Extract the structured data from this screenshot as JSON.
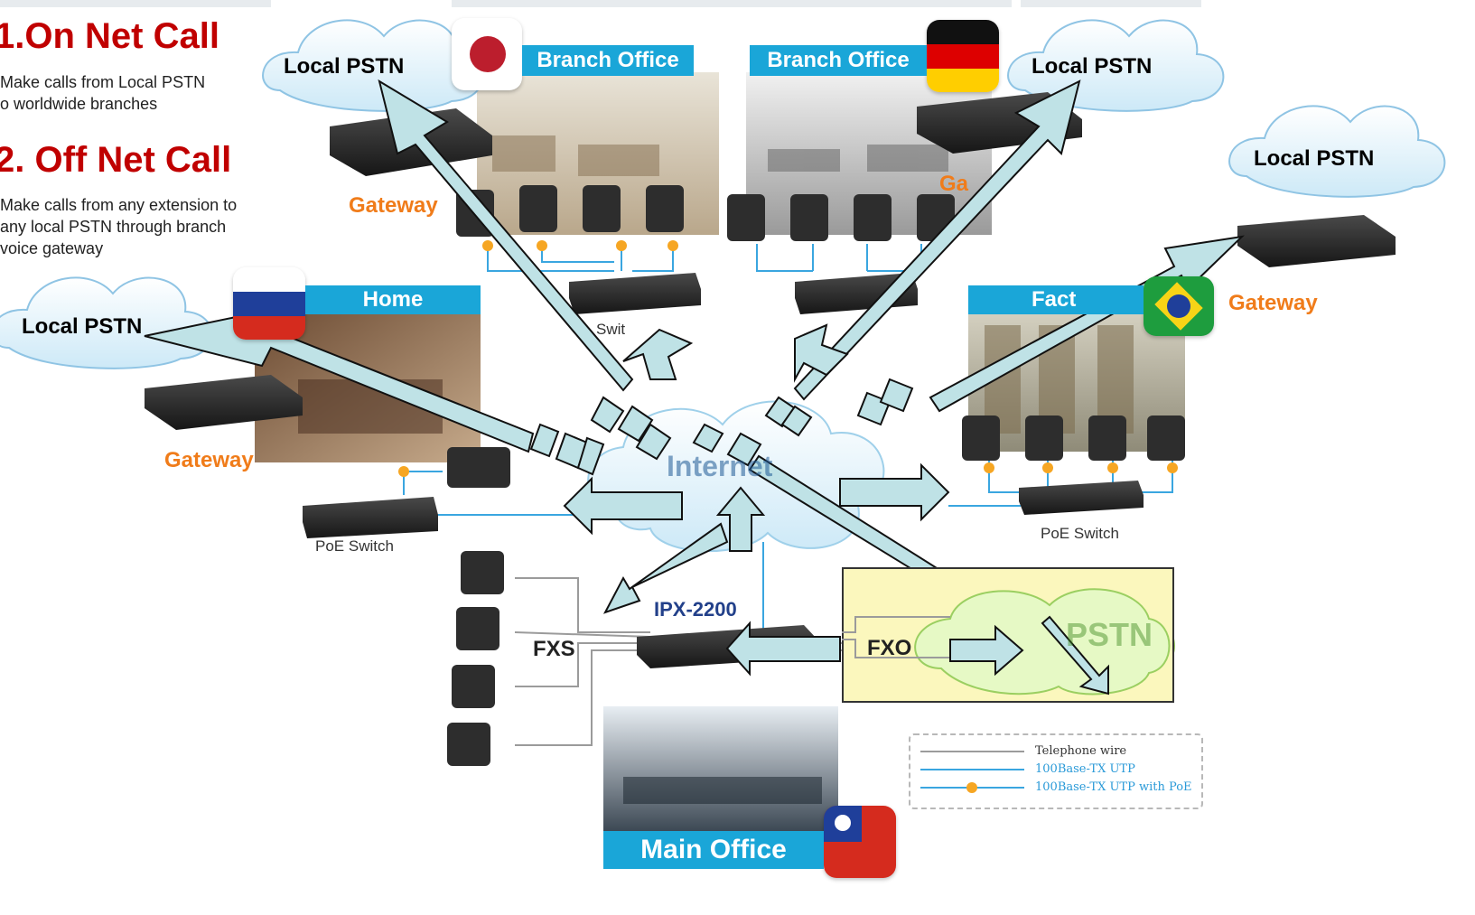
{
  "panel": {
    "on_net_title": "1.On Net Call",
    "on_net_desc_1": "Make calls from Local PSTN",
    "on_net_desc_2": "o worldwide branches",
    "off_net_title": "2. Off Net Call",
    "off_net_desc_1": "Make calls from any extension to",
    "off_net_desc_2": "any local PSTN through branch",
    "off_net_desc_3": "voice gateway"
  },
  "clouds": {
    "local_pstn": "Local PSTN",
    "internet": "Internet",
    "pstn": "PSTN"
  },
  "labels": {
    "gateway": "Gateway",
    "gateway_de_partial": "Ga",
    "switch_partial": "Swit",
    "poe_switch": "PoE Switch",
    "ipx_model": "IPX-2200",
    "fxs": "FXS",
    "fxo": "FXO"
  },
  "offices": {
    "branch_japan": "Branch Office",
    "branch_germany": "Branch Office",
    "home_russia": "Home",
    "factory_brazil": "Fact",
    "main_taiwan": "Main Office"
  },
  "legend": {
    "telephone_wire": "Telephone wire",
    "utp": "100Base-TX UTP",
    "utp_poe": "100Base-TX UTP with PoE"
  },
  "colors": {
    "title_red": "#c00000",
    "gateway_orange": "#f07c1a",
    "banner_blue": "#1aa6d8",
    "arrow_fill": "#bfe2e6",
    "cloud_blue": "#dff2fb",
    "pstn_box": "#fbf7bd"
  }
}
